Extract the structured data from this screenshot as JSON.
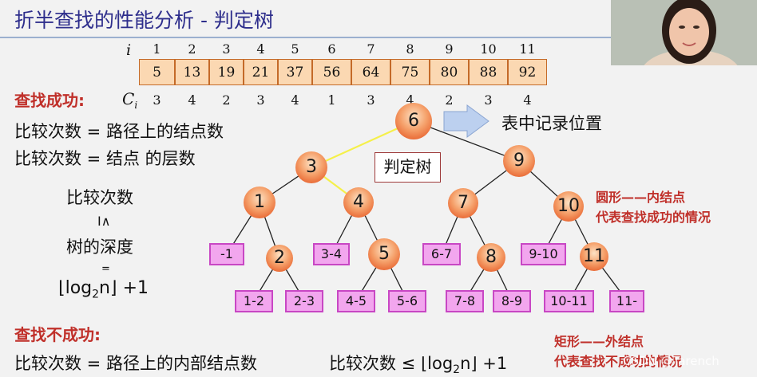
{
  "title": "折半查找的性能分析 - 判定树",
  "array": {
    "i_label": "i",
    "ci_label": "C",
    "ci_sub": "i",
    "indices": [
      "1",
      "2",
      "3",
      "4",
      "5",
      "6",
      "7",
      "8",
      "9",
      "10",
      "11"
    ],
    "values": [
      "5",
      "13",
      "19",
      "21",
      "37",
      "56",
      "64",
      "75",
      "80",
      "88",
      "92"
    ],
    "costs": [
      "3",
      "4",
      "2",
      "3",
      "4",
      "1",
      "3",
      "4",
      "2",
      "3",
      "4"
    ]
  },
  "success": {
    "heading": "查找成功:",
    "line1": "比较次数 = 路径上的结点数",
    "line2": "比较次数 = 结点 的层数",
    "stack_top": "比较次数",
    "stack_sym": "I∧",
    "stack_mid": "树的深度",
    "stack_eq": "=",
    "stack_formula_pre": "⌊log",
    "stack_formula_sub": "2",
    "stack_formula_post": "n⌋ +1"
  },
  "arrow_label": "表中记录位置",
  "tree_label": "判定树",
  "internal_note_line1": "圆形——内结点",
  "internal_note_line2": "代表查找成功的情况",
  "external_note_line1": "矩形——外结点",
  "external_note_line2": "代表查找不成功的情况",
  "fail": {
    "heading": "查找不成功:",
    "line1": "比较次数 = 路径上的内部结点数",
    "line2_pre": "比较次数 ≤ ⌊log",
    "line2_sub": "2",
    "line2_post": "n⌋ +1"
  },
  "nodes": [
    {
      "id": "6",
      "label": "6"
    },
    {
      "id": "3",
      "label": "3"
    },
    {
      "id": "9",
      "label": "9"
    },
    {
      "id": "1",
      "label": "1"
    },
    {
      "id": "4",
      "label": "4"
    },
    {
      "id": "7",
      "label": "7"
    },
    {
      "id": "10",
      "label": "10"
    },
    {
      "id": "2",
      "label": "2"
    },
    {
      "id": "5",
      "label": "5"
    },
    {
      "id": "8",
      "label": "8"
    },
    {
      "id": "11",
      "label": "11"
    }
  ],
  "leaves": [
    "-1",
    "3-4",
    "6-7",
    "9-10",
    "1-2",
    "2-3",
    "4-5",
    "5-6",
    "7-8",
    "8-9",
    "10-11",
    "11-"
  ],
  "watermark": "CSDN @Tarench",
  "colors": {
    "title": "#2e2e8c",
    "accent_red": "#c0302a",
    "leaf_fill": "#f2a6ee",
    "node_core": "#e24a17",
    "highlight_path": "#f5f04a"
  }
}
